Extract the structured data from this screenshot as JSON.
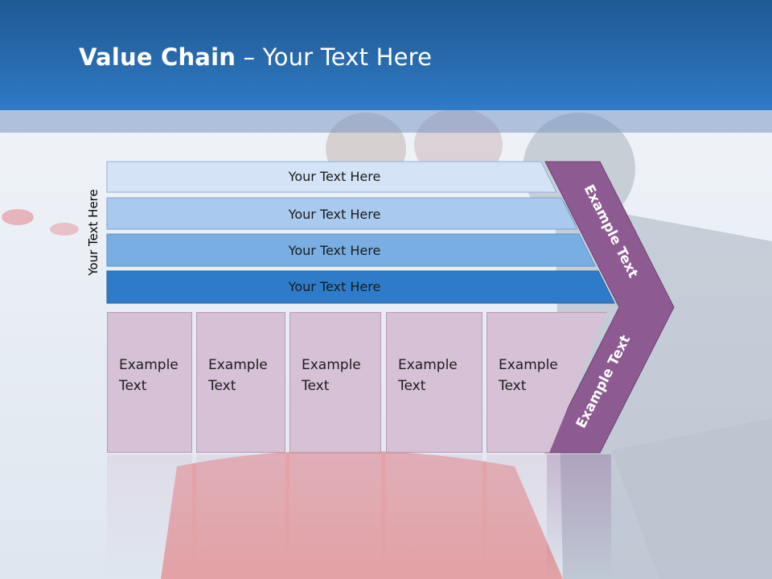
{
  "slide": {
    "title_bold": "Value Chain",
    "title_rest": " – Your Text Here",
    "vertical_label": "Your Text Here"
  },
  "bars": [
    {
      "label": "Your Text Here",
      "color": "#d4e3f6"
    },
    {
      "label": "Your Text Here",
      "color": "#a9c9ee"
    },
    {
      "label": "Your Text Here",
      "color": "#78aee3"
    },
    {
      "label": "Your Text Here",
      "color": "#2e7cc9"
    }
  ],
  "boxes": [
    {
      "label": "Example Text"
    },
    {
      "label": "Example Text"
    },
    {
      "label": "Example Text"
    },
    {
      "label": "Example Text"
    },
    {
      "label": "Example Text"
    }
  ],
  "chevron": {
    "upper_label": "Example Text",
    "lower_label": "Example Text",
    "color": "#8e5a92"
  }
}
